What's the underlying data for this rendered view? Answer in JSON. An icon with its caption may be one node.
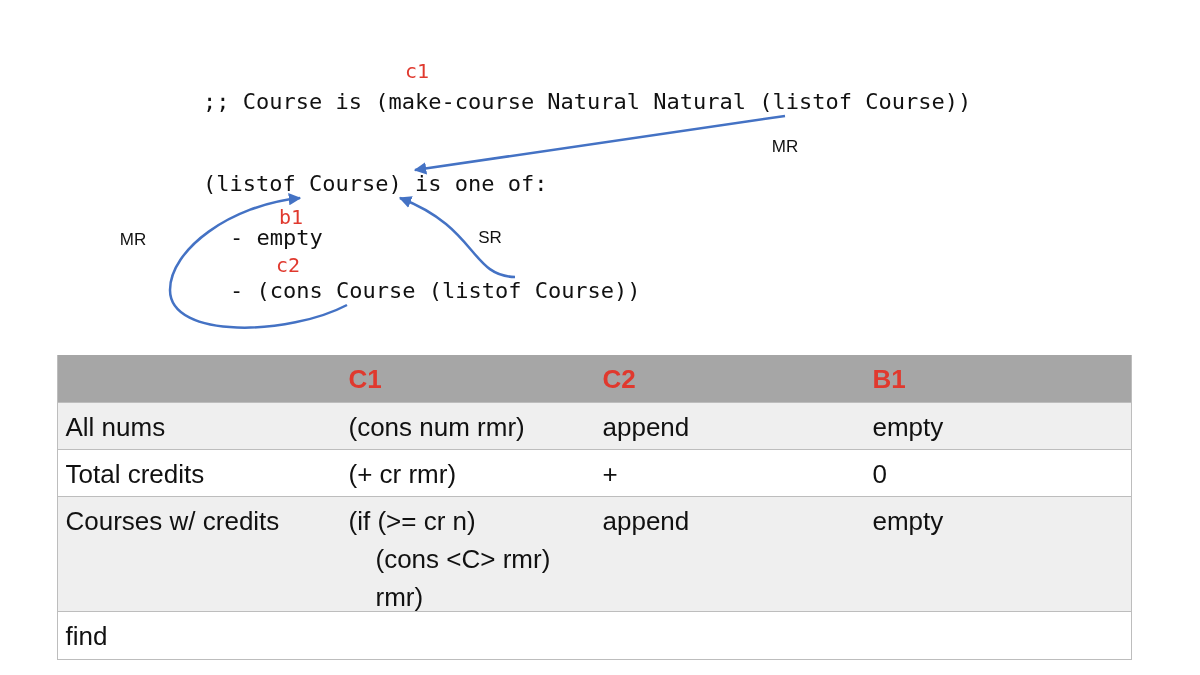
{
  "diagram": {
    "nodes": [
      {
        "text": [
          ";; Course is (make-course Natural Natural (listof Course))"
        ],
        "beside": [
          "c1"
        ]
      },
      {
        "text": [
          "(listof Course) is one of:"
        ]
      },
      {
        "text": [
          "- (cons Course (listof Course))"
        ],
        "beside": [
          "c2"
        ]
      }
    ],
    "edges": [
      {
        "from": 0,
        "to": 1,
        "arrow": "to",
        "label": "MR"
      },
      {
        "from": 2,
        "to": 1,
        "arrow": "to",
        "label": "SR"
      },
      {
        "from": 2,
        "to": 1,
        "arrow": "to",
        "label": "MR"
      }
    ],
    "labels": [
      "b1",
      "- empty",
      "C1",
      "C2",
      "B1",
      "All nums",
      "(cons num rmr)",
      "append",
      "empty",
      "Total credits",
      "(+ cr rmr)",
      "+",
      "0",
      "Courses w/ credits",
      "(if (>= cr n) (cons <C> rmr) rmr)",
      "append",
      "empty",
      "find"
    ]
  }
}
